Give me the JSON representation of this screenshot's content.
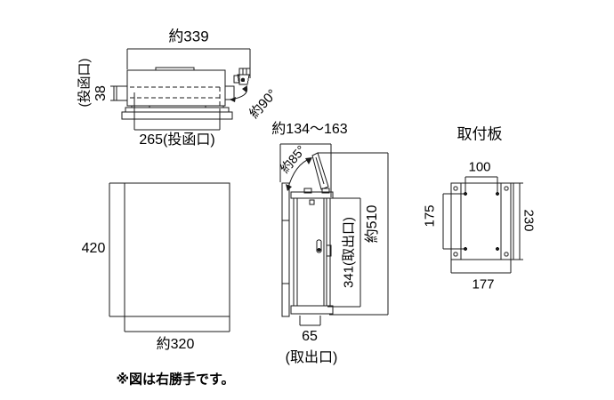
{
  "drawing": {
    "note": "※図は右勝手です。",
    "top_view": {
      "overall_width_label": "約339",
      "slot_name_label": "(投函口)",
      "slot_height_label": "38",
      "slot_width_label": "265(投函口)",
      "lock_angle_label": "約90°"
    },
    "front_view": {
      "height_label": "420",
      "width_label": "約320"
    },
    "side_view": {
      "depth_label": "約134〜163",
      "lid_angle_label": "約85°",
      "door_opening_label": "341(取出口)",
      "overall_height_label": "約510",
      "outlet_width_label": "65",
      "outlet_name_label": "(取出口)"
    },
    "mount_plate": {
      "title": "取付板",
      "hole_pitch_horizontal": "100",
      "hole_pitch_vertical": "175",
      "plate_height": "230",
      "plate_width": "177"
    },
    "colors": {
      "line": "#1a1a1a",
      "text": "#000000",
      "background": "#ffffff"
    }
  }
}
